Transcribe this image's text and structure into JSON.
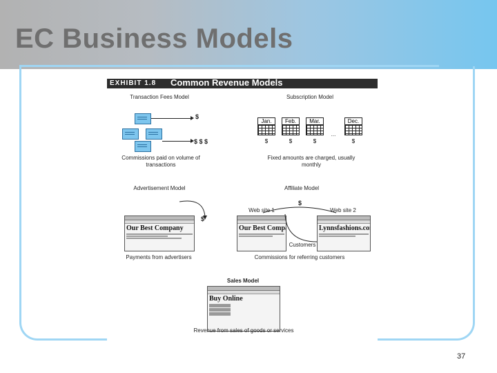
{
  "slide": {
    "title": "EC Business Models",
    "page_number": "37"
  },
  "exhibit": {
    "label": "EXHIBIT 1.8",
    "title": "Common Revenue Models",
    "transaction": {
      "heading": "Transaction Fees Model",
      "money_single": "$",
      "money_multi": "$ $ $",
      "caption": "Commissions paid on volume of transactions"
    },
    "subscription": {
      "heading": "Subscription Model",
      "months": [
        "Jan.",
        "Feb.",
        "Mar.",
        "Dec."
      ],
      "dues": [
        "$",
        "$",
        "$",
        "$"
      ],
      "ellipsis": "...",
      "caption": "Fixed amounts are charged, usually monthly"
    },
    "advertisement": {
      "heading": "Advertisement Model",
      "money": "$",
      "site_name": "Our Best Company",
      "caption": "Payments from advertisers"
    },
    "affiliate": {
      "heading": "Affiliate Model",
      "money": "$",
      "site1_label": "Web site 1",
      "site2_label": "Web site 2",
      "site1_name": "Our Best Company",
      "site2_name": "Lynnsfashions.com",
      "customers": "Customers",
      "caption": "Commissions for referring customers"
    },
    "sales": {
      "heading": "Sales Model",
      "site_name": "Buy Online",
      "caption": "Revenue from sales of goods or services"
    }
  }
}
